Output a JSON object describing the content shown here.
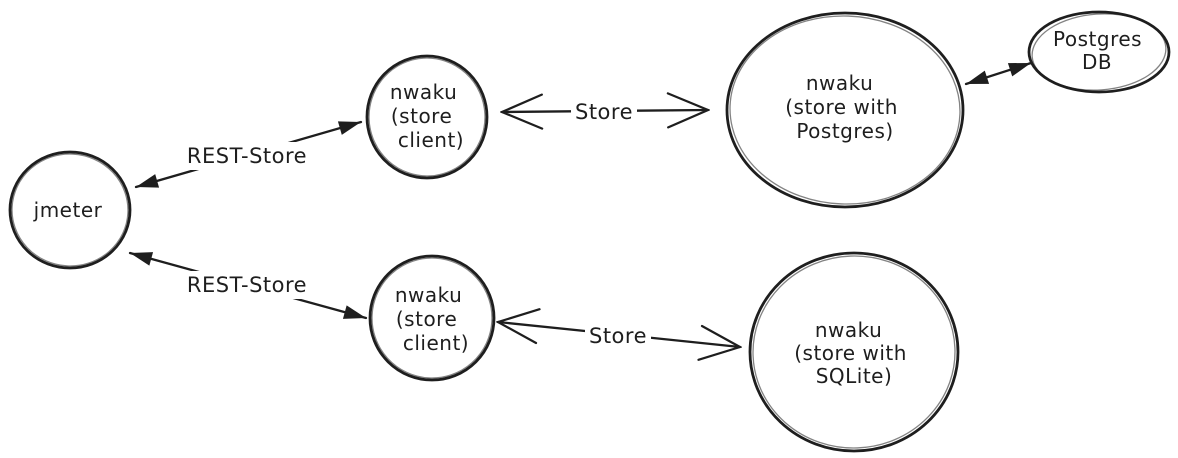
{
  "canvas": {
    "background_color": "#ffffff",
    "stroke_color": "#1e1e1e",
    "style": "hand-drawn"
  },
  "nodes": {
    "jmeter": {
      "label": "jmeter"
    },
    "client_top": {
      "lines": [
        "nwaku",
        "(store",
        "client)"
      ]
    },
    "client_bottom": {
      "lines": [
        "nwaku",
        "(store",
        "client)"
      ]
    },
    "store_postgres": {
      "lines": [
        "nwaku",
        "(store with",
        "Postgres)"
      ]
    },
    "store_sqlite": {
      "lines": [
        "nwaku",
        "(store with",
        "SQLite)"
      ]
    },
    "postgres_db": {
      "lines": [
        "Postgres",
        "DB"
      ]
    }
  },
  "edges": {
    "rest_store_top": {
      "label": "REST-Store"
    },
    "rest_store_bottom": {
      "label": "REST-Store"
    },
    "store_top": {
      "label": "Store"
    },
    "store_bottom": {
      "label": "Store"
    }
  }
}
